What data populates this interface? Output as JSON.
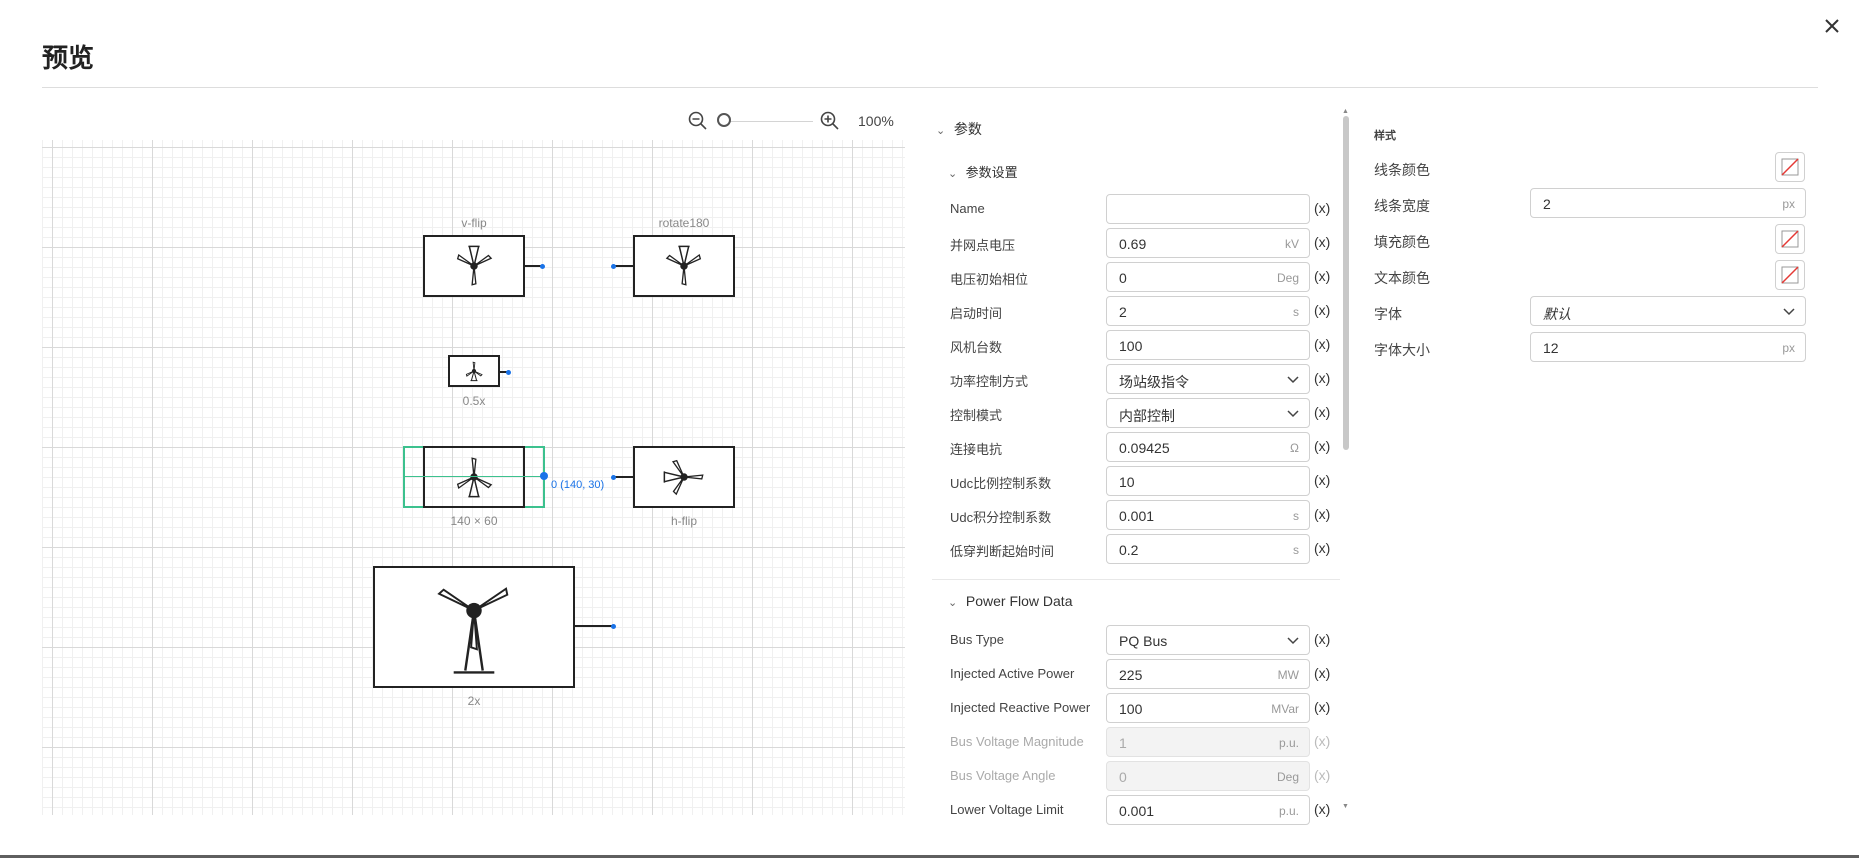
{
  "dialog": {
    "title": "预览"
  },
  "zoom": {
    "percent": "100%",
    "level": 1.0
  },
  "canvas": {
    "nodes": {
      "vflip": "v-flip",
      "rotate": "rotate180",
      "half": "0.5x",
      "size": "140 × 60",
      "coord": "0 (140, 30)",
      "hflip": "h-flip",
      "double": "2x"
    }
  },
  "params": {
    "section": "参数",
    "settings_title": "参数设置",
    "rows": [
      {
        "label": "Name",
        "value": "",
        "unit": ""
      },
      {
        "label": "并网点电压",
        "value": "0.69",
        "unit": "kV"
      },
      {
        "label": "电压初始相位",
        "value": "0",
        "unit": "Deg"
      },
      {
        "label": "启动时间",
        "value": "2",
        "unit": "s"
      },
      {
        "label": "风机台数",
        "value": "100",
        "unit": ""
      },
      {
        "label": "功率控制方式",
        "value": "场站级指令",
        "unit": ""
      },
      {
        "label": "控制模式",
        "value": "内部控制",
        "unit": ""
      },
      {
        "label": "连接电抗",
        "value": "0.09425",
        "unit": "Ω"
      },
      {
        "label": "Udc比例控制系数",
        "value": "10",
        "unit": ""
      },
      {
        "label": "Udc积分控制系数",
        "value": "0.001",
        "unit": "s"
      },
      {
        "label": "低穿判断起始时间",
        "value": "0.2",
        "unit": "s"
      }
    ],
    "pf_title": "Power Flow Data",
    "pf_rows": [
      {
        "label": "Bus Type",
        "value": "PQ Bus",
        "unit": ""
      },
      {
        "label": "Injected Active Power",
        "value": "225",
        "unit": "MW"
      },
      {
        "label": "Injected Reactive Power",
        "value": "100",
        "unit": "MVar"
      },
      {
        "label": "Bus Voltage Magnitude",
        "value": "1",
        "unit": "p.u."
      },
      {
        "label": "Bus Voltage Angle",
        "value": "0",
        "unit": "Deg"
      },
      {
        "label": "Lower Voltage Limit",
        "value": "0.001",
        "unit": "p.u."
      }
    ],
    "x_label": "(x)"
  },
  "style": {
    "title": "样式",
    "line_color": "线条颜色",
    "line_width": "线条宽度",
    "line_width_value": "2",
    "line_width_unit": "px",
    "fill_color": "填充颜色",
    "text_color": "文本颜色",
    "font": "字体",
    "font_value": "默认",
    "font_size": "字体大小",
    "font_size_value": "12",
    "font_size_unit": "px"
  },
  "colors": {
    "accent": "#1a73e8",
    "selection": "#3cc18e",
    "none_swatch": "#e53935"
  }
}
